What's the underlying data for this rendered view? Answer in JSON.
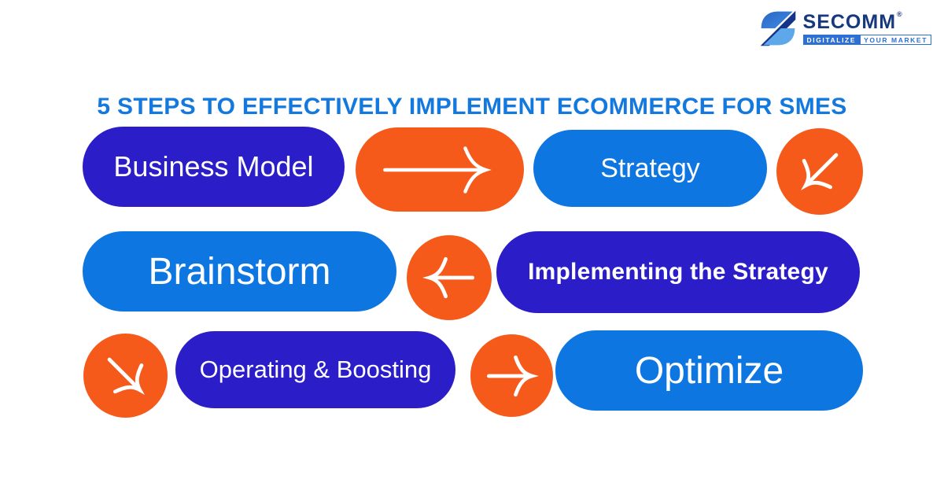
{
  "page": {
    "background": "#ffffff"
  },
  "logo": {
    "brand": "SECOMM",
    "registered": "®",
    "tagline_left": "DIGITALIZE",
    "tagline_right": "YOUR MARKET",
    "colors": {
      "brand_navy": "#17377F",
      "tagline_blue": "#2D6FD2",
      "icon_dark": "#14348A",
      "icon_mid": "#2A65C8",
      "icon_mid2": "#3F8CDE",
      "icon_light": "#5EA7EA"
    }
  },
  "title": {
    "text": "5 STEPS TO EFFECTIVELY IMPLEMENT ECOMMERCE FOR SMES",
    "color": "#1379DE"
  },
  "palette": {
    "indigo": "#2B1EC8",
    "blue": "#0E76E0",
    "orange": "#F65A1B",
    "text_white": "#FFFFFF"
  },
  "steps": [
    {
      "id": "business-model",
      "label": "Business Model",
      "shape": "pill",
      "color_key": "indigo"
    },
    {
      "id": "strategy",
      "label": "Strategy",
      "shape": "pill",
      "color_key": "blue"
    },
    {
      "id": "brainstorm",
      "label": "Brainstorm",
      "shape": "pill",
      "color_key": "blue"
    },
    {
      "id": "implementing-the-strategy",
      "label": "Implementing the Strategy",
      "shape": "pill",
      "color_key": "indigo"
    },
    {
      "id": "operating-boosting",
      "label": "Operating & Boosting",
      "shape": "pill",
      "color_key": "indigo"
    },
    {
      "id": "optimize",
      "label": "Optimize",
      "shape": "pill",
      "color_key": "blue"
    }
  ],
  "arrows": [
    {
      "id": "arrow-right-pill",
      "direction": "right",
      "shape": "pill",
      "color_key": "orange"
    },
    {
      "id": "arrow-down-left",
      "direction": "down-left",
      "shape": "circle",
      "color_key": "orange"
    },
    {
      "id": "arrow-left",
      "direction": "left",
      "shape": "circle",
      "color_key": "orange"
    },
    {
      "id": "arrow-down-right",
      "direction": "down-right",
      "shape": "circle",
      "color_key": "orange"
    },
    {
      "id": "arrow-right-circle",
      "direction": "right",
      "shape": "circle",
      "color_key": "orange"
    }
  ]
}
